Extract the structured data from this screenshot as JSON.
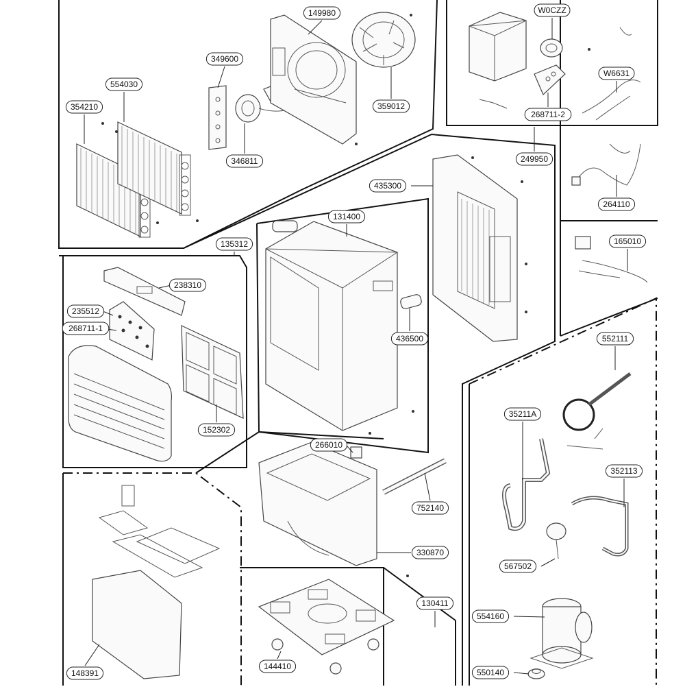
{
  "diagram": {
    "labels": [
      {
        "id": "149980",
        "text": "149980"
      },
      {
        "id": "349600",
        "text": "349600"
      },
      {
        "id": "554030",
        "text": "554030"
      },
      {
        "id": "354210",
        "text": "354210"
      },
      {
        "id": "346811",
        "text": "346811"
      },
      {
        "id": "359012",
        "text": "359012"
      },
      {
        "id": "W0CZZ",
        "text": "W0CZZ"
      },
      {
        "id": "W6631",
        "text": "W6631"
      },
      {
        "id": "268711-2",
        "text": "268711-2"
      },
      {
        "id": "249950",
        "text": "249950"
      },
      {
        "id": "264110",
        "text": "264110"
      },
      {
        "id": "435300",
        "text": "435300"
      },
      {
        "id": "131400",
        "text": "131400"
      },
      {
        "id": "135312",
        "text": "135312"
      },
      {
        "id": "238310",
        "text": "238310"
      },
      {
        "id": "235512",
        "text": "235512"
      },
      {
        "id": "268711-1",
        "text": "268711-1"
      },
      {
        "id": "152302",
        "text": "152302"
      },
      {
        "id": "436500",
        "text": "436500"
      },
      {
        "id": "165010",
        "text": "165010"
      },
      {
        "id": "552111",
        "text": "552111"
      },
      {
        "id": "35211A",
        "text": "35211A"
      },
      {
        "id": "352113",
        "text": "352113"
      },
      {
        "id": "266010",
        "text": "266010"
      },
      {
        "id": "752140",
        "text": "752140"
      },
      {
        "id": "330870",
        "text": "330870"
      },
      {
        "id": "567502",
        "text": "567502"
      },
      {
        "id": "130411",
        "text": "130411"
      },
      {
        "id": "554160",
        "text": "554160"
      },
      {
        "id": "550140",
        "text": "550140"
      },
      {
        "id": "148391",
        "text": "148391"
      },
      {
        "id": "144410",
        "text": "144410"
      }
    ]
  }
}
